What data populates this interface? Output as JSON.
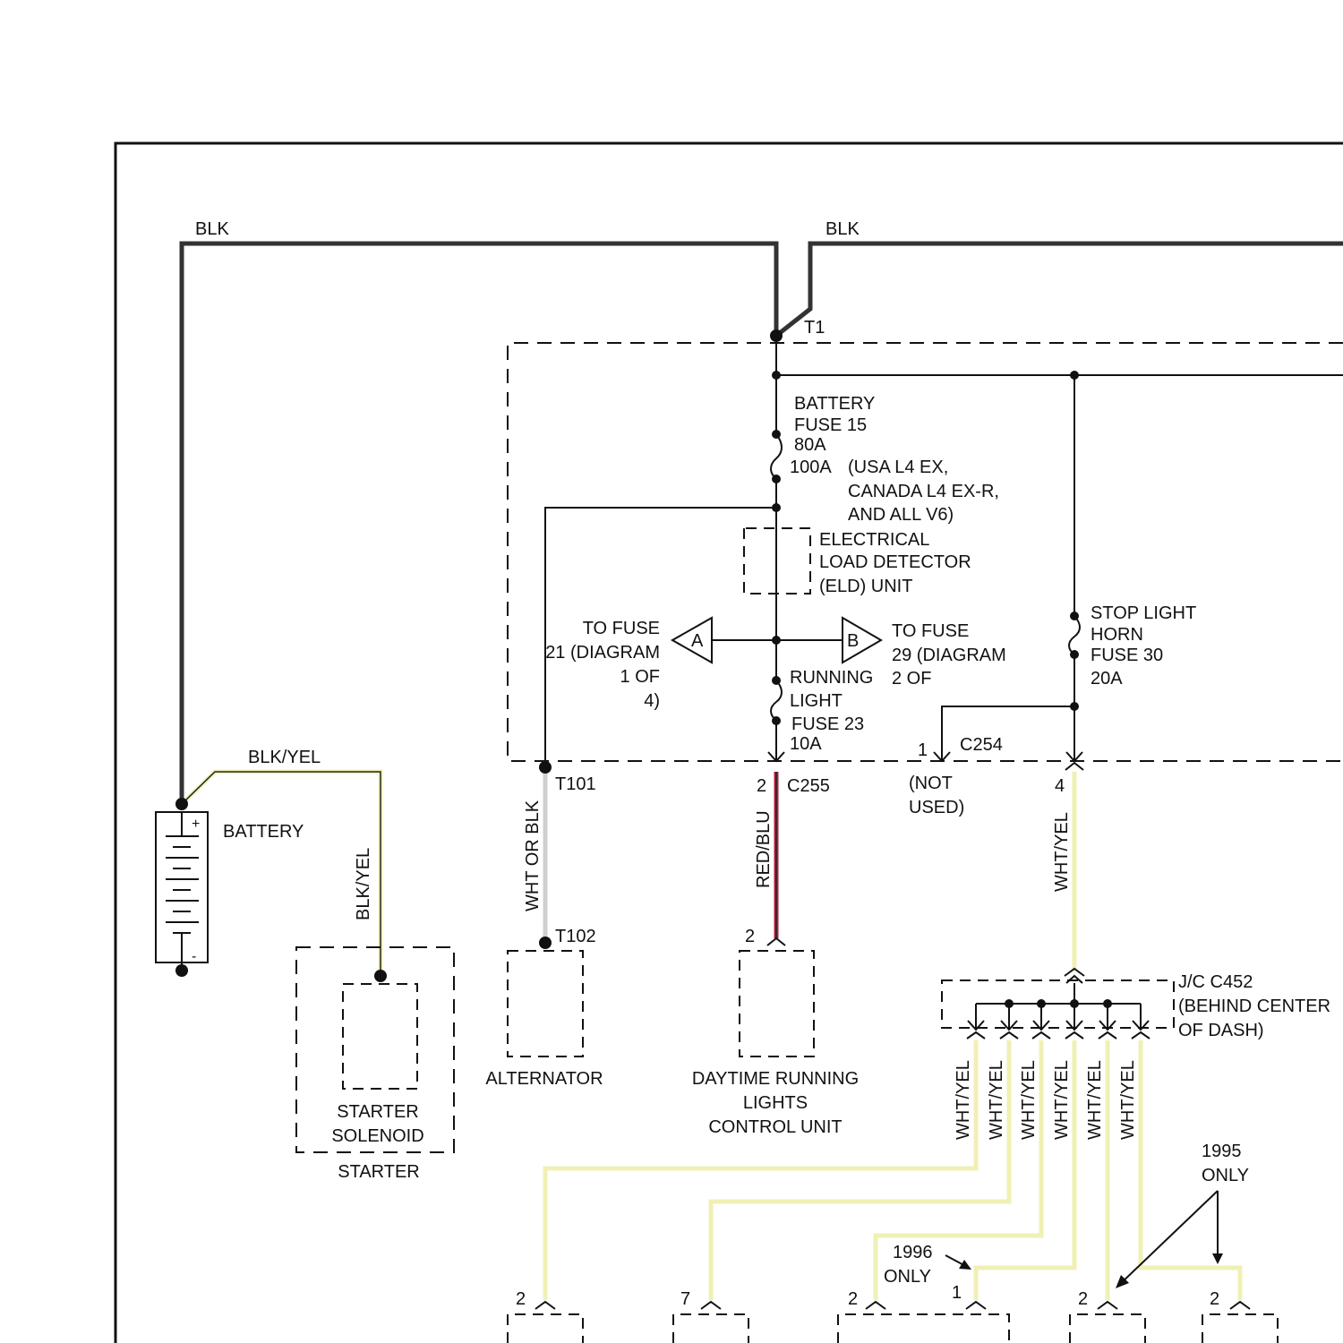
{
  "wires": {
    "blk_left": "BLK",
    "blk_right": "BLK",
    "blk_yel": "BLK/YEL",
    "blk_yel_vert": "BLK/YEL",
    "wht_or_blk": "WHT OR BLK",
    "red_blu": "RED/BLU",
    "wht_yel_main": "WHT/YEL",
    "wht_yel_branches": [
      "WHT/YEL",
      "WHT/YEL",
      "WHT/YEL",
      "WHT/YEL",
      "WHT/YEL",
      "WHT/YEL"
    ]
  },
  "terminals": {
    "t1": "T1",
    "t101": "T101",
    "t102": "T102"
  },
  "fuses": {
    "battery": [
      "BATTERY",
      "FUSE 15",
      "80A",
      "100A"
    ],
    "battery_note": [
      "(USA L4 EX,",
      "CANADA L4 EX-R,",
      "AND ALL V6)"
    ],
    "running": [
      "RUNNING",
      "LIGHT",
      "FUSE 23",
      "10A"
    ],
    "stop": [
      "STOP LIGHT",
      "HORN",
      "FUSE 30",
      "20A"
    ]
  },
  "eld": [
    "ELECTRICAL",
    "LOAD DETECTOR",
    "(ELD) UNIT"
  ],
  "to_fuse_a": {
    "symbol": "A",
    "lines": [
      "TO FUSE",
      "21 (DIAGRAM",
      "1 OF",
      "4)"
    ]
  },
  "to_fuse_b": {
    "symbol": "B",
    "lines": [
      "TO FUSE",
      "29 (DIAGRAM",
      "2 OF"
    ]
  },
  "connectors": {
    "c254": "C254",
    "c254_pin1": "1",
    "c254_pin4": "4",
    "not_used": [
      "(NOT",
      "USED)"
    ],
    "c255": "C255",
    "c255_pin": "2",
    "drl_pin": "2",
    "jc": [
      "J/C C452",
      "(BEHIND CENTER",
      "OF DASH)"
    ],
    "bottom_pins": [
      "2",
      "7",
      "2",
      "1",
      "2",
      "2"
    ]
  },
  "components": {
    "battery": "BATTERY",
    "battery_plus": "+",
    "battery_minus": "-",
    "starter_solenoid": [
      "STARTER",
      "SOLENOID"
    ],
    "starter": "STARTER",
    "alternator": "ALTERNATOR",
    "drl": [
      "DAYTIME RUNNING",
      "LIGHTS",
      "CONTROL UNIT"
    ]
  },
  "notes": {
    "only_1995": [
      "1995",
      "ONLY"
    ],
    "only_1996": [
      "1996",
      "ONLY"
    ]
  }
}
